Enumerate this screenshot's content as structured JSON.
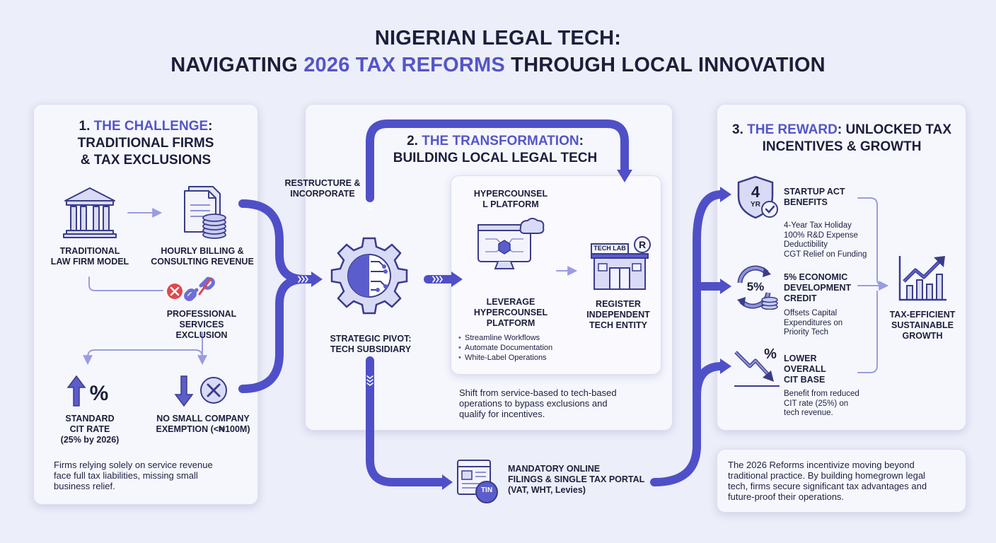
{
  "title": {
    "line1": "NIGERIAN LEGAL TECH:",
    "line2_pre": "NAVIGATING ",
    "line2_accent": "2026 TAX REFORMS",
    "line2_post": " THROUGH LOCAL INNOVATION"
  },
  "panel1": {
    "num": "1. ",
    "accent": "THE CHALLENGE",
    "rest1": ":",
    "rest2": "TRADITIONAL FIRMS",
    "rest3": "& TAX EXCLUSIONS",
    "node_traditional": "TRADITIONAL\nLAW FIRM MODEL",
    "node_hourly": "HOURLY BILLING &\nCONSULTING REVENUE",
    "node_exclusion": "PROFESSIONAL\nSERVICES\nEXCLUSION",
    "node_cit": "STANDARD\nCIT RATE\n(25% by 2026)",
    "node_nosmall": "NO SMALL COMPANY\nEXEMPTION (<₦100M)",
    "summary": "Firms relying solely on service revenue\nface full tax liabilities, missing small\nbusiness relief."
  },
  "panel2": {
    "num": "2. ",
    "accent": "THE TRANSFORMATION",
    "rest1": ":",
    "rest2": "BUILDING LOCAL LEGAL TECH",
    "restructure": "RESTRUCTURE &\nINCORPORATE",
    "pivot": "STRATEGIC PIVOT:\nTECH SUBSIDIARY",
    "platform_title": "HYPERCOUNSEL\nL PLATFORM",
    "leverage": "LEVERAGE\nHYPERCOUNSEL\nPLATFORM",
    "bullets": [
      "Streamline Workflows",
      "Automate Documentation",
      "White-Label Operations"
    ],
    "register": "REGISTER\nINDEPENDENT\nTECH ENTITY",
    "techlab": "TECH LAB",
    "reg_mark": "R",
    "summary": "Shift from service-based to tech-based\noperations to bypass exclusions and\nqualify for incentives."
  },
  "portal": {
    "label": "MANDATORY ONLINE\nFILINGS & SINGLE TAX PORTAL\n(VAT, WHT, Levies)",
    "tin": "TIN"
  },
  "panel3": {
    "num": "3. ",
    "accent": "THE REWARD",
    "rest1": ": UNLOCKED TAX",
    "rest2": "INCENTIVES & GROWTH",
    "startup_title": "STARTUP ACT\nBENEFITS",
    "startup_shield_num": "4",
    "startup_shield_unit": "YR",
    "startup_desc": "4-Year Tax Holiday\n100% R&D Expense\nDeductibility\nCGT Relief on Funding",
    "credit_icon": "5%",
    "credit_title": "5% ECONOMIC\nDEVELOPMENT\nCREDIT",
    "credit_desc": "Offsets Capital\nExpenditures on\nPriority Tech",
    "cit_title": "LOWER\nOVERALL\nCIT BASE",
    "cit_desc": "Benefit from reduced\nCIT rate (25%) on\ntech revenue.",
    "growth": "TAX-EFFICIENT\nSUSTAINABLE\nGROWTH"
  },
  "conclusion": "The 2026 Reforms incentivize moving beyond\ntraditional practice. By building homegrown legal\ntech, firms secure significant tax advantages and\nfuture-proof their operations.",
  "colors": {
    "accent": "#5455c8",
    "flow": "#4f50c8",
    "light_flow": "#9a9ce0",
    "icon_fill": "#d9dbf6",
    "text": "#1c1f3a",
    "error": "#e0484c"
  }
}
